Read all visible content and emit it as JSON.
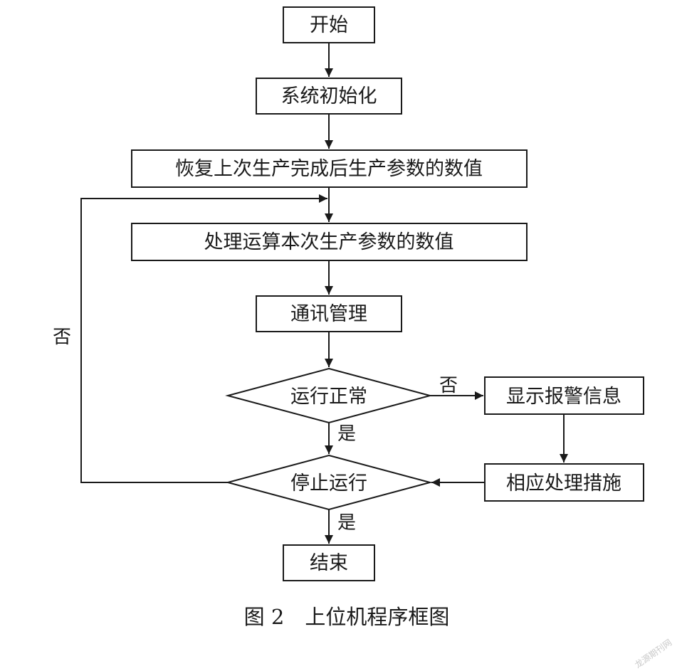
{
  "nodes": {
    "start": "开始",
    "init": "系统初始化",
    "restore": "恢复上次生产完成后生产参数的数值",
    "compute": "处理运算本次生产参数的数值",
    "comm": "通讯管理",
    "running_ok": "运行正常",
    "alarm": "显示报警信息",
    "handle": "相应处理措施",
    "stop": "停止运行",
    "end": "结束"
  },
  "edge_labels": {
    "loop_no": "否",
    "running_no": "否",
    "running_yes": "是",
    "stop_yes": "是"
  },
  "caption": "图 2　上位机程序框图",
  "watermark": "龙源期刊网"
}
